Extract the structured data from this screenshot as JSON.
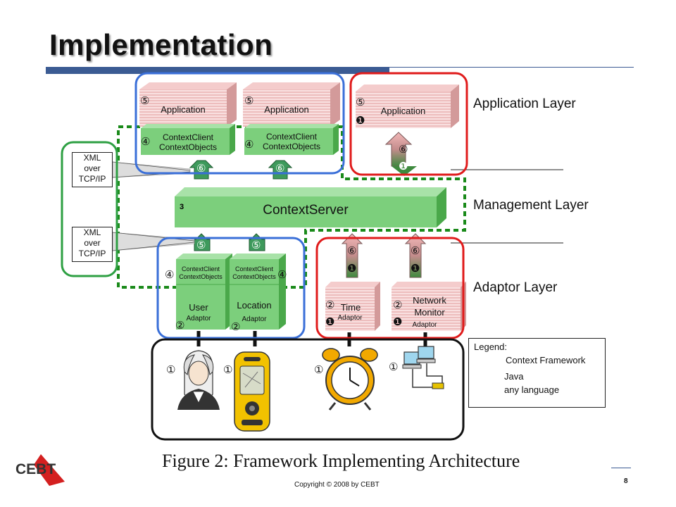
{
  "slide": {
    "title": "Implementation",
    "caption": "Figure 2: Framework Implementing Architecture",
    "copyright": "Copyright © 2008 by CEBT",
    "page_number": "8",
    "logo": "CEBT"
  },
  "layers": {
    "application": "Application Layer",
    "management": "Management Layer",
    "adaptor": "Adaptor Layer"
  },
  "boxes": {
    "app1": "Application",
    "app2": "Application",
    "app3": "Application",
    "cc1": "ContextClient ContextObjects",
    "cc2": "ContextClient ContextObjects",
    "cc3": "ContextClient ContextObjects",
    "cc4": "ContextClient ContextObjects",
    "server": "ContextServer",
    "server_num": "3",
    "user": "User",
    "location": "Location",
    "adaptor_word": "Adaptor",
    "time": "Time",
    "network_line1": "Network",
    "network_line2": "Monitor"
  },
  "xml_label": "XML over TCP/IP",
  "xml_lines": [
    "XML",
    "over",
    "TCP/IP"
  ],
  "numbers": {
    "n1": "①",
    "n2": "②",
    "n4": "④",
    "n5": "⑤",
    "n6": "⑥",
    "b1": "❶"
  },
  "legend": {
    "title": "Legend:",
    "framework": "Context Framework",
    "java": "Java",
    "any": "any language"
  },
  "colors": {
    "java_green": "#7ccf7c",
    "java_green_dark": "#4aa84a",
    "any_pink": "#f2c8c8",
    "blue_outline": "#3a6fd8",
    "red_outline": "#e01b1b",
    "green_outline": "#2ea043",
    "dashed_green": "#1a8a1a",
    "arrow_green": "#3e9a5c",
    "title_bar": "#3b5b93"
  },
  "icons": [
    "washington-portrait-icon",
    "gps-device-icon",
    "alarm-clock-icon",
    "network-computers-icon"
  ]
}
